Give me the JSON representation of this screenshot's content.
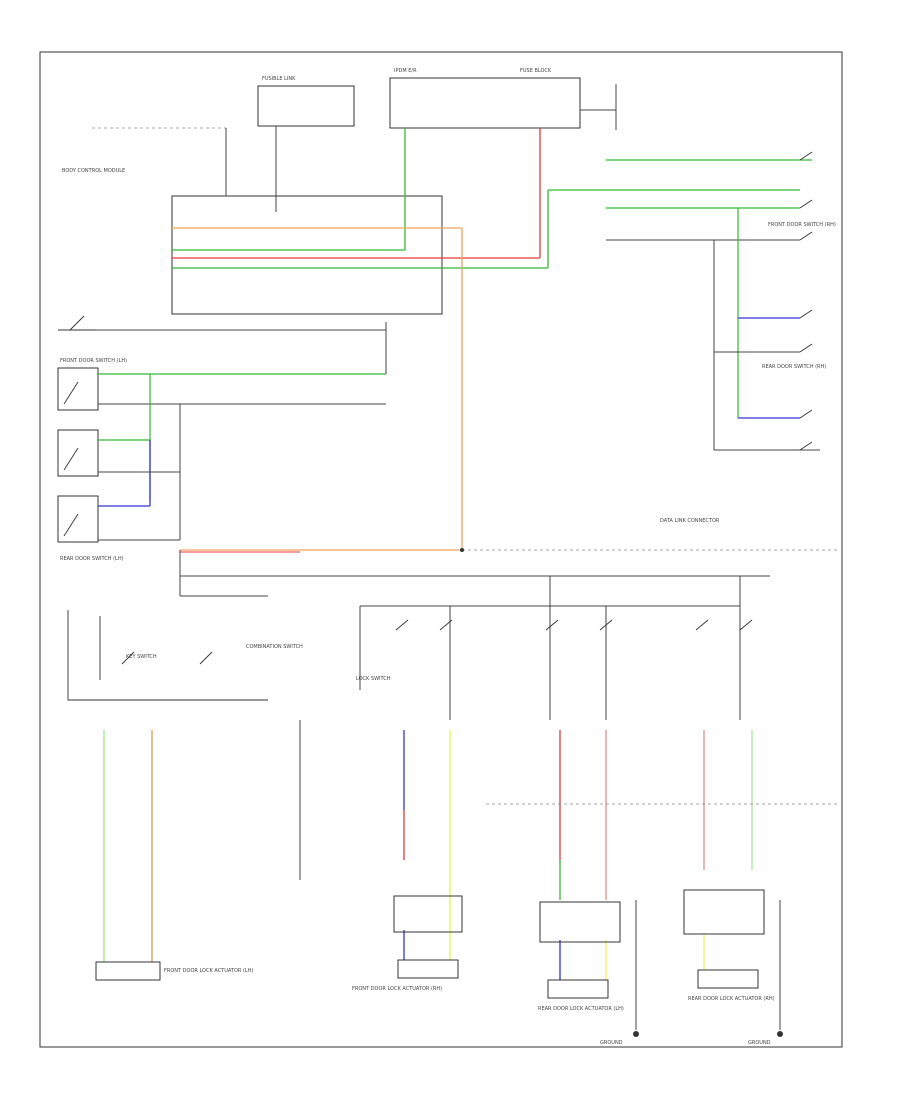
{
  "diagram": {
    "footer_label": "",
    "components": {
      "bcm": "BODY CONTROL MODULE",
      "ipdm": "IPDM E/R",
      "fuse_block": "FUSE BLOCK",
      "fusible_link": "FUSIBLE LINK",
      "ground_left": "GROUND",
      "ground_right": "GROUND",
      "door_lock_actuator_front_left": "FRONT DOOR LOCK ACTUATOR (LH)",
      "door_lock_actuator_front_right": "FRONT DOOR LOCK ACTUATOR (RH)",
      "door_lock_actuator_rear_left": "REAR DOOR LOCK ACTUATOR (LH)",
      "door_lock_actuator_rear_right": "REAR DOOR LOCK ACTUATOR (RH)",
      "door_switch_front_left": "FRONT DOOR SWITCH (LH)",
      "door_switch_front_right": "FRONT DOOR SWITCH (RH)",
      "door_switch_rear_left": "REAR DOOR SWITCH (LH)",
      "door_switch_rear_right": "REAR DOOR SWITCH (RH)",
      "key_switch": "KEY SWITCH",
      "lock_switch": "LOCK SWITCH",
      "combination_switch": "COMBINATION SWITCH",
      "data_link": "DATA LINK CONNECTOR"
    }
  }
}
